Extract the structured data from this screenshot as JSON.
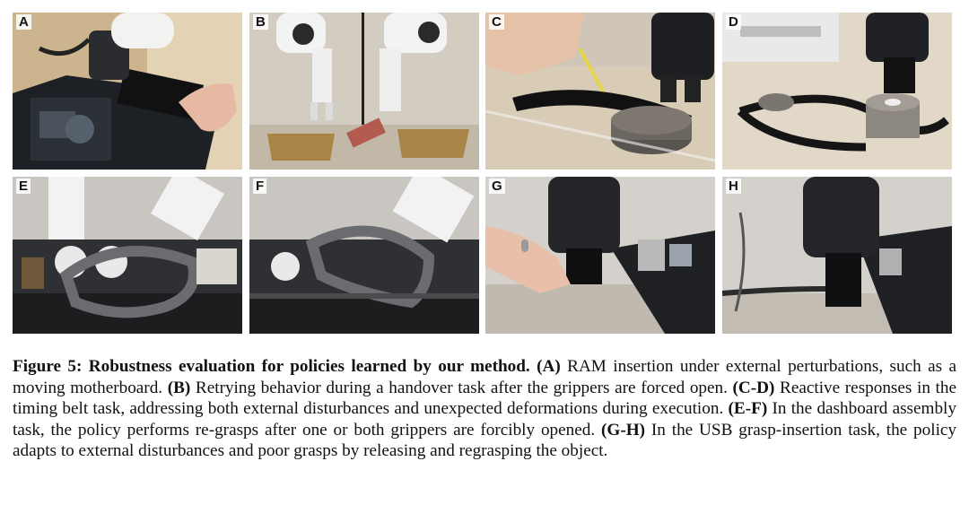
{
  "figure": {
    "panels": [
      {
        "label": "A",
        "name": "panel-a-ram-insertion"
      },
      {
        "label": "B",
        "name": "panel-b-handover"
      },
      {
        "label": "C",
        "name": "panel-c-timing-belt"
      },
      {
        "label": "D",
        "name": "panel-d-timing-belt"
      },
      {
        "label": "E",
        "name": "panel-e-dashboard"
      },
      {
        "label": "F",
        "name": "panel-f-dashboard"
      },
      {
        "label": "G",
        "name": "panel-g-usb"
      },
      {
        "label": "H",
        "name": "panel-h-usb"
      }
    ],
    "caption": {
      "title": "Figure 5: Robustness evaluation for policies learned by our method.",
      "segments": [
        {
          "tag": "(A)",
          "text": " RAM insertion under external perturbations, such as a moving motherboard. "
        },
        {
          "tag": "(B)",
          "text": " Retrying behavior during a handover task after the grippers are forced open. "
        },
        {
          "tag": "(C-D)",
          "text": " Reactive responses in the timing belt task, addressing both external disturbances and unexpected deformations during execution. "
        },
        {
          "tag": "(E-F)",
          "text": " In the dashboard assembly task, the policy performs re-grasps after one or both grippers are forcibly opened. "
        },
        {
          "tag": "(G-H)",
          "text": " In the USB grasp-insertion task, the policy adapts to external disturbances and poor grasps by releasing and regrasping the object."
        }
      ]
    }
  }
}
